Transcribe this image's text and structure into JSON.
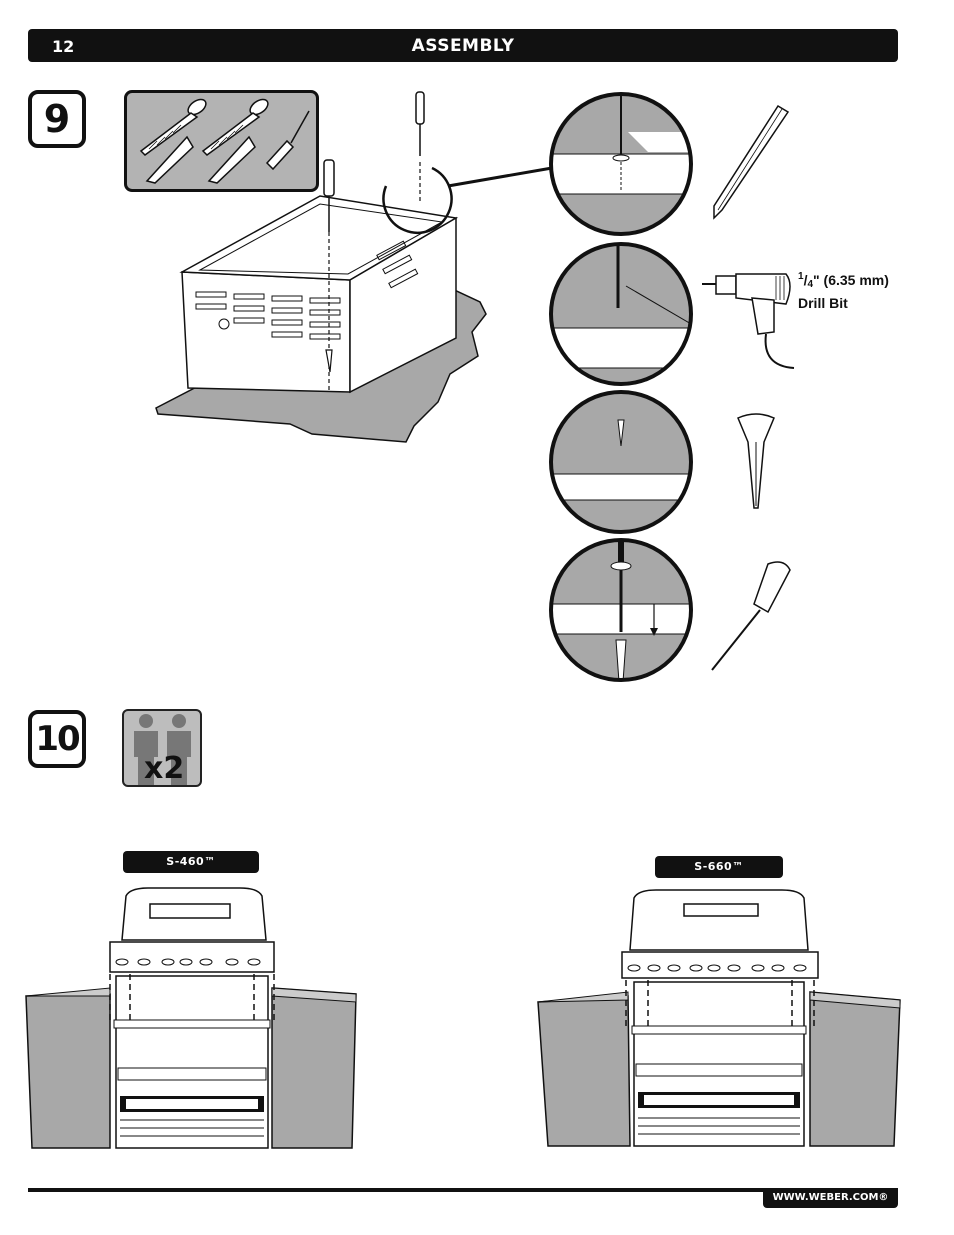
{
  "header": {
    "page_number": "12",
    "section_title": "ASSEMBLY"
  },
  "steps": {
    "step9": {
      "number": "9"
    },
    "step10": {
      "number": "10",
      "people_count": "x2"
    }
  },
  "drill_bit": {
    "fraction_num": "1",
    "fraction_den": "4",
    "size_text": "\" (6.35 mm)",
    "label": "Drill Bit"
  },
  "models": {
    "left": "S-460™",
    "right": "S-660™"
  },
  "footer": {
    "url": "WWW.WEBER.COM®"
  },
  "colors": {
    "ink": "#111111",
    "panel_gray": "#b3b3b3",
    "counter_gray": "#a8a8a8"
  },
  "icons": [
    "screw-icon",
    "anchor-icon",
    "screwdriver-icon",
    "pencil-icon",
    "drill-icon",
    "two-people-icon"
  ]
}
